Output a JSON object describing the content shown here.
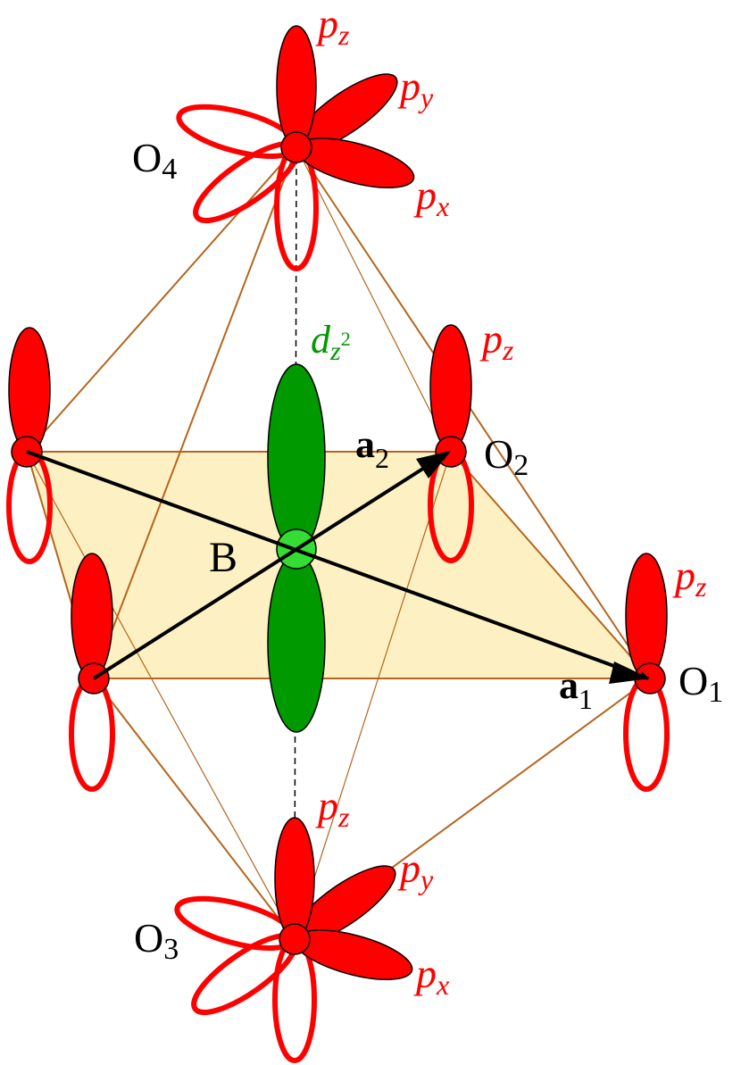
{
  "atoms": {
    "center": {
      "name": "B",
      "orbital": {
        "base": "d",
        "sub": "z",
        "sup": "2"
      }
    },
    "o1": {
      "base": "O",
      "sub": "1",
      "orbital": {
        "base": "p",
        "sub": "z"
      }
    },
    "o2": {
      "base": "O",
      "sub": "2",
      "orbital": {
        "base": "p",
        "sub": "z"
      }
    },
    "o3": {
      "base": "O",
      "sub": "3",
      "orbitals": [
        {
          "base": "p",
          "sub": "z"
        },
        {
          "base": "p",
          "sub": "y"
        },
        {
          "base": "p",
          "sub": "x"
        }
      ]
    },
    "o4": {
      "base": "O",
      "sub": "4",
      "orbitals": [
        {
          "base": "p",
          "sub": "z"
        },
        {
          "base": "p",
          "sub": "y"
        },
        {
          "base": "p",
          "sub": "x"
        }
      ]
    }
  },
  "vectors": {
    "a1": {
      "base": "a",
      "sub": "1"
    },
    "a2": {
      "base": "a",
      "sub": "2"
    }
  },
  "colors": {
    "oxygen": "#ff0000",
    "d_orbital": "#009900",
    "plane_fill": "#fdf1c3",
    "edges": "#b5651d",
    "vectors": "#000000"
  }
}
